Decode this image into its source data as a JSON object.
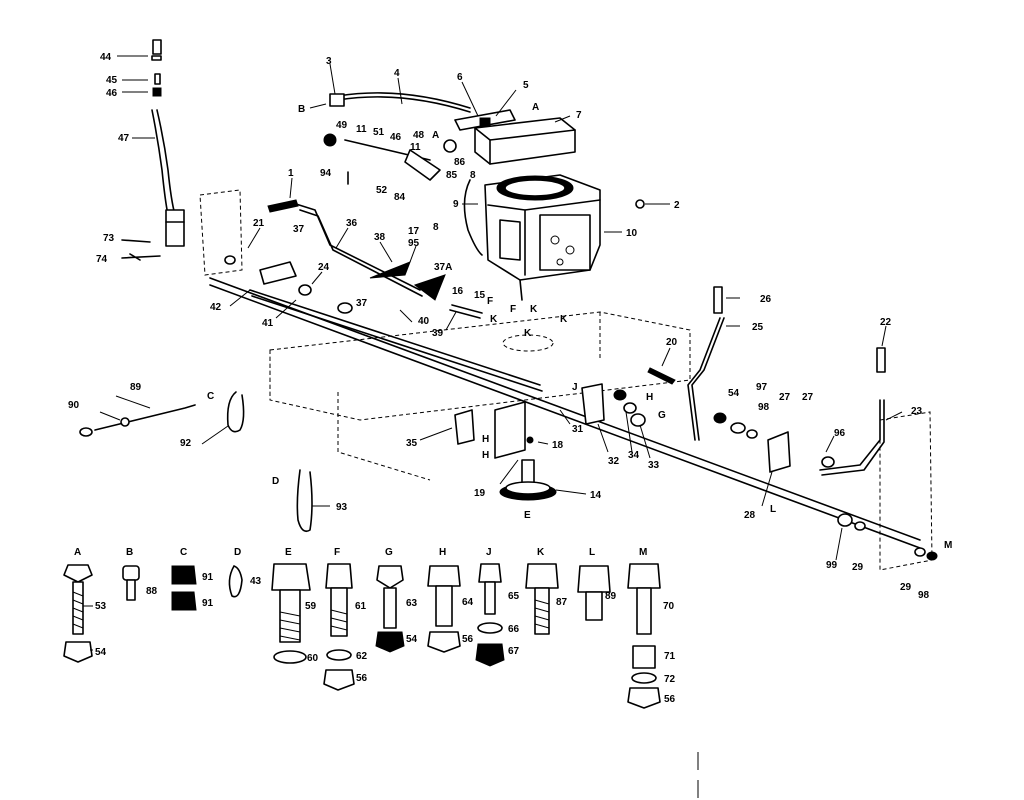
{
  "callouts": [
    {
      "id": "c44",
      "text": "44"
    },
    {
      "id": "c45",
      "text": "45"
    },
    {
      "id": "c46",
      "text": "46"
    },
    {
      "id": "c47",
      "text": "47"
    },
    {
      "id": "c73",
      "text": "73"
    },
    {
      "id": "c74",
      "text": "74"
    },
    {
      "id": "c3",
      "text": "3"
    },
    {
      "id": "c4",
      "text": "4"
    },
    {
      "id": "c6",
      "text": "6"
    },
    {
      "id": "c5",
      "text": "5"
    },
    {
      "id": "c7",
      "text": "7"
    },
    {
      "id": "cA1",
      "text": "A"
    },
    {
      "id": "cB1",
      "text": "B"
    },
    {
      "id": "c49",
      "text": "49"
    },
    {
      "id": "c11a",
      "text": "11"
    },
    {
      "id": "c51",
      "text": "51"
    },
    {
      "id": "c46b",
      "text": "46"
    },
    {
      "id": "c48",
      "text": "48"
    },
    {
      "id": "cA2",
      "text": "A"
    },
    {
      "id": "c11b",
      "text": "11"
    },
    {
      "id": "c86",
      "text": "86"
    },
    {
      "id": "c85",
      "text": "85"
    },
    {
      "id": "c8a",
      "text": "8"
    },
    {
      "id": "c94",
      "text": "94"
    },
    {
      "id": "c52",
      "text": "52"
    },
    {
      "id": "c84",
      "text": "84"
    },
    {
      "id": "c9",
      "text": "9"
    },
    {
      "id": "c2",
      "text": "2"
    },
    {
      "id": "c1",
      "text": "1"
    },
    {
      "id": "c10",
      "text": "10"
    },
    {
      "id": "c21",
      "text": "21"
    },
    {
      "id": "c37a",
      "text": "37"
    },
    {
      "id": "c36",
      "text": "36"
    },
    {
      "id": "c38",
      "text": "38"
    },
    {
      "id": "c95",
      "text": "95"
    },
    {
      "id": "c17",
      "text": "17"
    },
    {
      "id": "c8b",
      "text": "8"
    },
    {
      "id": "c24",
      "text": "24"
    },
    {
      "id": "c37A",
      "text": "37A"
    },
    {
      "id": "c16",
      "text": "16"
    },
    {
      "id": "c15",
      "text": "15"
    },
    {
      "id": "c42",
      "text": "42"
    },
    {
      "id": "c41",
      "text": "41"
    },
    {
      "id": "c37b",
      "text": "37"
    },
    {
      "id": "c40",
      "text": "40"
    },
    {
      "id": "c39",
      "text": "39"
    },
    {
      "id": "cF1",
      "text": "F"
    },
    {
      "id": "cF2",
      "text": "F"
    },
    {
      "id": "cK1",
      "text": "K"
    },
    {
      "id": "cK2",
      "text": "K"
    },
    {
      "id": "cK3",
      "text": "K"
    },
    {
      "id": "cK4",
      "text": "K"
    },
    {
      "id": "c26",
      "text": "26"
    },
    {
      "id": "c25",
      "text": "25"
    },
    {
      "id": "c22",
      "text": "22"
    },
    {
      "id": "c20",
      "text": "20"
    },
    {
      "id": "c54a",
      "text": "54"
    },
    {
      "id": "c97",
      "text": "97"
    },
    {
      "id": "c98a",
      "text": "98"
    },
    {
      "id": "c27a",
      "text": "27"
    },
    {
      "id": "c27b",
      "text": "27"
    },
    {
      "id": "c23",
      "text": "23"
    },
    {
      "id": "c96",
      "text": "96"
    },
    {
      "id": "c89",
      "text": "89"
    },
    {
      "id": "c90",
      "text": "90"
    },
    {
      "id": "cC1",
      "text": "C"
    },
    {
      "id": "c92",
      "text": "92"
    },
    {
      "id": "cJ1",
      "text": "J"
    },
    {
      "id": "c31",
      "text": "31"
    },
    {
      "id": "cH1",
      "text": "H"
    },
    {
      "id": "cG1",
      "text": "G"
    },
    {
      "id": "c32",
      "text": "32"
    },
    {
      "id": "c34",
      "text": "34"
    },
    {
      "id": "c33",
      "text": "33"
    },
    {
      "id": "c35",
      "text": "35"
    },
    {
      "id": "cH2",
      "text": "H"
    },
    {
      "id": "cH3",
      "text": "H"
    },
    {
      "id": "c18",
      "text": "18"
    },
    {
      "id": "c19",
      "text": "19"
    },
    {
      "id": "c14",
      "text": "14"
    },
    {
      "id": "cE1",
      "text": "E"
    },
    {
      "id": "c28",
      "text": "28"
    },
    {
      "id": "cL1",
      "text": "L"
    },
    {
      "id": "cD1",
      "text": "D"
    },
    {
      "id": "c93",
      "text": "93"
    },
    {
      "id": "c99",
      "text": "99"
    },
    {
      "id": "c29a",
      "text": "29"
    },
    {
      "id": "c29b",
      "text": "29"
    },
    {
      "id": "c98b",
      "text": "98"
    },
    {
      "id": "cM1",
      "text": "M"
    },
    {
      "id": "hA",
      "text": "A"
    },
    {
      "id": "hB",
      "text": "B"
    },
    {
      "id": "hC",
      "text": "C"
    },
    {
      "id": "hD",
      "text": "D"
    },
    {
      "id": "hE",
      "text": "E"
    },
    {
      "id": "hF",
      "text": "F"
    },
    {
      "id": "hG",
      "text": "G"
    },
    {
      "id": "hH",
      "text": "H"
    },
    {
      "id": "hJ",
      "text": "J"
    },
    {
      "id": "hK",
      "text": "K"
    },
    {
      "id": "hL",
      "text": "L"
    },
    {
      "id": "hM",
      "text": "M"
    },
    {
      "id": "p53",
      "text": "53"
    },
    {
      "id": "p54",
      "text": "54"
    },
    {
      "id": "p88",
      "text": "88"
    },
    {
      "id": "p91a",
      "text": "91"
    },
    {
      "id": "p91b",
      "text": "91"
    },
    {
      "id": "p43",
      "text": "43"
    },
    {
      "id": "p59",
      "text": "59"
    },
    {
      "id": "p60",
      "text": "60"
    },
    {
      "id": "p61",
      "text": "61"
    },
    {
      "id": "p62",
      "text": "62"
    },
    {
      "id": "p56a",
      "text": "56"
    },
    {
      "id": "p63",
      "text": "63"
    },
    {
      "id": "p54b",
      "text": "54"
    },
    {
      "id": "p64",
      "text": "64"
    },
    {
      "id": "p56b",
      "text": "56"
    },
    {
      "id": "p65",
      "text": "65"
    },
    {
      "id": "p66",
      "text": "66"
    },
    {
      "id": "p67",
      "text": "67"
    },
    {
      "id": "p87",
      "text": "87"
    },
    {
      "id": "p89",
      "text": "89"
    },
    {
      "id": "p70",
      "text": "70"
    },
    {
      "id": "p71",
      "text": "71"
    },
    {
      "id": "p72",
      "text": "72"
    },
    {
      "id": "p56c",
      "text": "56"
    }
  ]
}
